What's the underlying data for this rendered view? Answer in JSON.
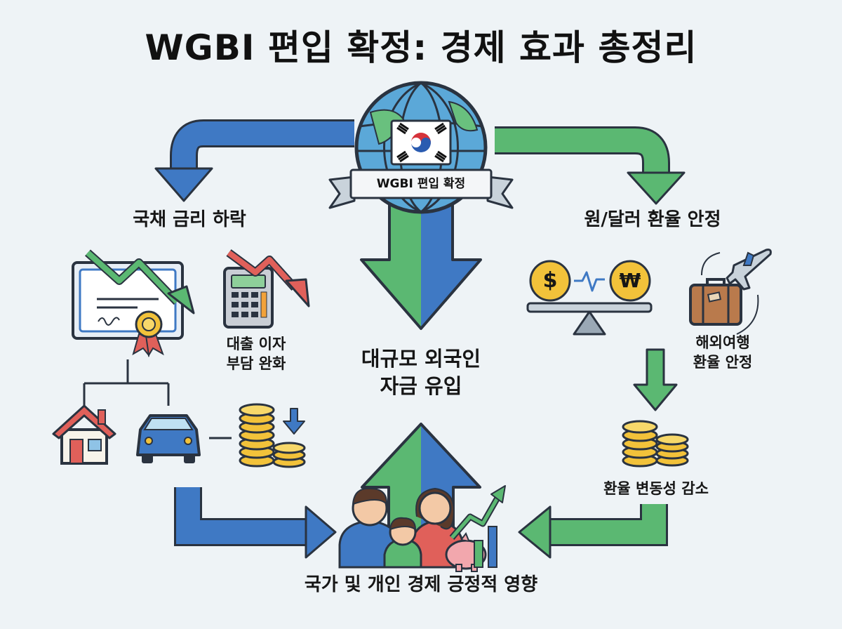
{
  "header": {
    "title": "WGBI 편입 확정: 경제 효과 총정리"
  },
  "center": {
    "badge": "WGBI 편입 확정",
    "inflow_line1": "대규모 외국인",
    "inflow_line2": "자금 유입"
  },
  "left": {
    "heading": "국채 금리 하락",
    "loan_line1": "대출 이자",
    "loan_line2": "부담 완화"
  },
  "right": {
    "heading": "원/달러 환율 안정",
    "travel_line1": "해외여행",
    "travel_line2": "환율 안정",
    "volatility": "환율 변동성 감소",
    "dollar_symbol": "$",
    "won_symbol": "₩"
  },
  "bottom": {
    "impact": "국가 및 개인 경제 긍정적 영향"
  },
  "colors": {
    "blue_arrow": "#3f79c4",
    "green_arrow": "#5bb872",
    "red_arrow": "#e0605a",
    "coin": "#f2c23a",
    "outline": "#2a3340"
  }
}
